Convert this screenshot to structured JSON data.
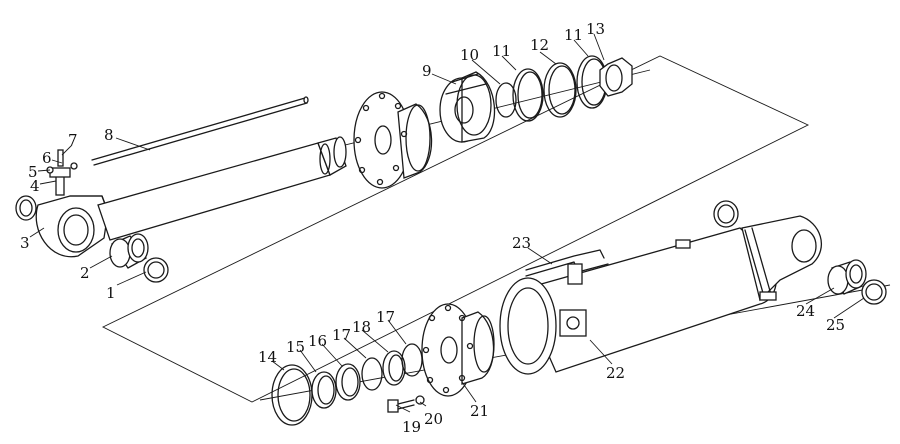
{
  "diagram": {
    "line_color": "#1a1a1a",
    "background": "#ffffff",
    "callouts": [
      {
        "id": "1",
        "label": "1"
      },
      {
        "id": "2",
        "label": "2"
      },
      {
        "id": "3",
        "label": "3"
      },
      {
        "id": "4",
        "label": "4"
      },
      {
        "id": "5",
        "label": "5"
      },
      {
        "id": "6",
        "label": "6"
      },
      {
        "id": "7",
        "label": "7"
      },
      {
        "id": "8",
        "label": "8"
      },
      {
        "id": "9",
        "label": "9"
      },
      {
        "id": "10",
        "label": "10"
      },
      {
        "id": "11a",
        "label": "11"
      },
      {
        "id": "12",
        "label": "12"
      },
      {
        "id": "11b",
        "label": "11"
      },
      {
        "id": "13",
        "label": "13"
      },
      {
        "id": "14",
        "label": "14"
      },
      {
        "id": "15",
        "label": "15"
      },
      {
        "id": "16",
        "label": "16"
      },
      {
        "id": "17a",
        "label": "17"
      },
      {
        "id": "18",
        "label": "18"
      },
      {
        "id": "17b",
        "label": "17"
      },
      {
        "id": "19",
        "label": "19"
      },
      {
        "id": "20",
        "label": "20"
      },
      {
        "id": "21",
        "label": "21"
      },
      {
        "id": "22",
        "label": "22"
      },
      {
        "id": "23",
        "label": "23"
      },
      {
        "id": "24",
        "label": "24"
      },
      {
        "id": "25",
        "label": "25"
      }
    ]
  }
}
